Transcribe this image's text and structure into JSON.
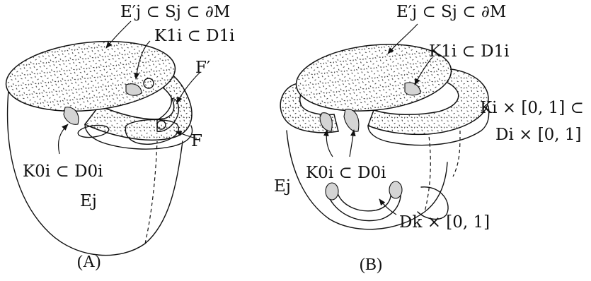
{
  "panel_a": {
    "label_e_prime": "E′j ⊂ Sj ⊂ ∂M",
    "label_k1": "K1i ⊂ D1i",
    "label_k0": "K0i ⊂ D0i",
    "label_f_prime": "F′",
    "label_f": "F",
    "label_ej": "Ej",
    "caption": "(A)"
  },
  "panel_b": {
    "label_e_prime": "E′j ⊂ Sj ⊂ ∂M",
    "label_k1": "K1i ⊂ D1i",
    "label_k0": "K0i ⊂ D0i",
    "label_ki_line1": "Ki × [0, 1] ⊂",
    "label_ki_line2": "Di × [0, 1]",
    "label_dk": "Dk × [0, 1]",
    "label_ej": "Ej",
    "caption": "(B)"
  }
}
